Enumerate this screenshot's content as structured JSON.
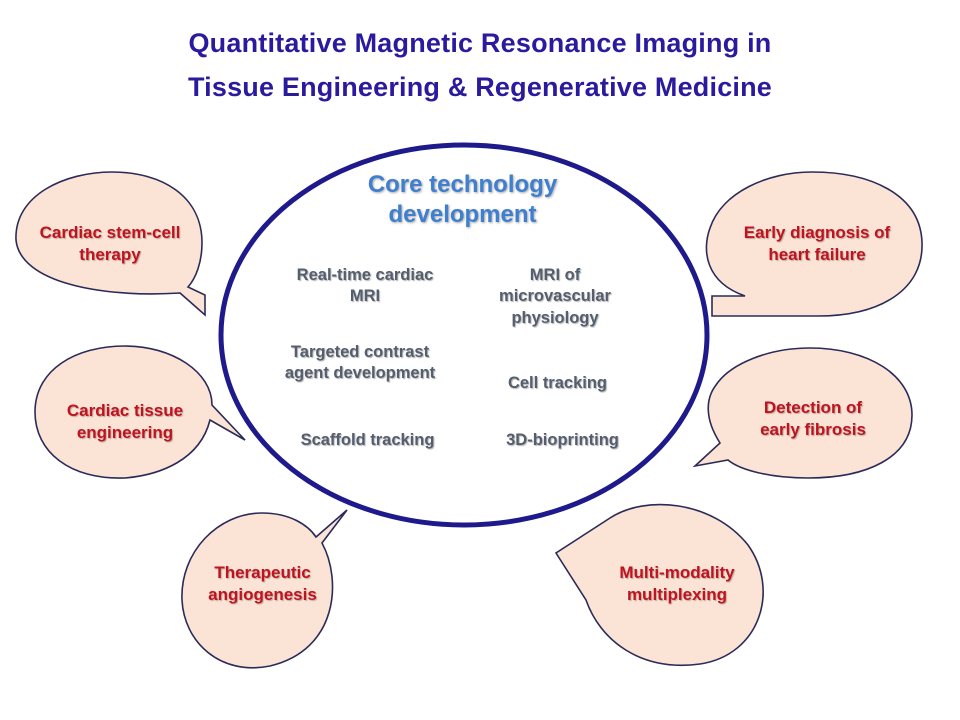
{
  "title": {
    "line1": "Quantitative Magnetic Resonance Imaging in",
    "line2": "Tissue Engineering & Regenerative Medicine"
  },
  "core": {
    "heading_line1": "Core technology",
    "heading_line2": "development",
    "items": [
      {
        "line1": "Real-time cardiac",
        "line2": "MRI"
      },
      {
        "line1": "MRI of",
        "line2": "microvascular",
        "line3": "physiology"
      },
      {
        "line1": "Targeted contrast",
        "line2": "agent development"
      },
      {
        "line1": "Cell tracking"
      },
      {
        "line1": "Scaffold tracking"
      },
      {
        "line1": "3D-bioprinting"
      }
    ]
  },
  "applications": [
    {
      "line1": "Cardiac stem-cell",
      "line2": "therapy"
    },
    {
      "line1": "Cardiac tissue",
      "line2": "engineering"
    },
    {
      "line1": "Therapeutic",
      "line2": "angiogenesis"
    },
    {
      "line1": "Early diagnosis of",
      "line2": "heart failure"
    },
    {
      "line1": "Detection of",
      "line2": "early fibrosis"
    },
    {
      "line1": "Multi-modality",
      "line2": "multiplexing"
    }
  ],
  "colors": {
    "title": "#2a1a9e",
    "core_outline": "#1f1a8c",
    "core_heading": "#3f7fd0",
    "core_text": "#555e6e",
    "bubble_fill": "#fbe4d5",
    "bubble_stroke": "#2b2b5a",
    "bubble_text": "#c0121f"
  }
}
